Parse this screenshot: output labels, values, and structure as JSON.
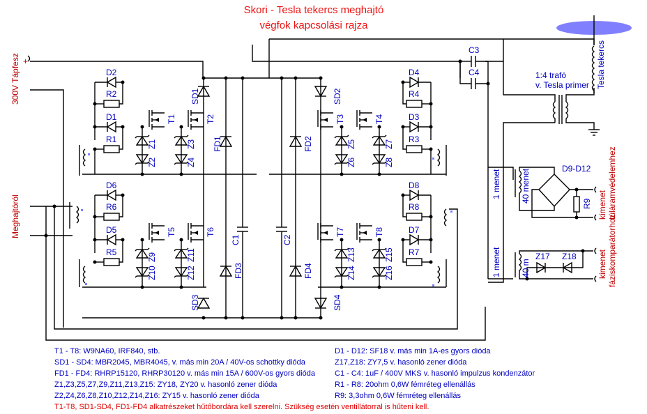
{
  "title": {
    "line1": "Skori - Tesla tekercs meghajtó",
    "line2": "végfok kapcsolási rajza"
  },
  "inputs": {
    "supply_label": "300V Tápfesz",
    "supply_plus": "+",
    "driver_label": "Meghajtóról"
  },
  "outputs": {
    "overcurrent_label_1": "kimenet",
    "overcurrent_label_2": "túláramvédelemhez",
    "phase_label_1": "kimenet",
    "phase_label_2": "fáziskomparátorhoz"
  },
  "components": {
    "transistors": [
      "T1",
      "T2",
      "T3",
      "T4",
      "T5",
      "T6",
      "T7",
      "T8"
    ],
    "schottky": [
      "SD1",
      "SD2",
      "SD3",
      "SD4"
    ],
    "fast_diodes": [
      "FD1",
      "FD2",
      "FD3",
      "FD4"
    ],
    "diodes": [
      "D1",
      "D2",
      "D3",
      "D4",
      "D5",
      "D6",
      "D7",
      "D8"
    ],
    "resistors": [
      "R1",
      "R2",
      "R3",
      "R4",
      "R5",
      "R6",
      "R7",
      "R8",
      "R9"
    ],
    "zeners": [
      "Z1",
      "Z2",
      "Z3",
      "Z4",
      "Z5",
      "Z6",
      "Z7",
      "Z8",
      "Z9",
      "Z10",
      "Z11",
      "Z12",
      "Z13",
      "Z14",
      "Z15",
      "Z16",
      "Z17",
      "Z18"
    ],
    "capacitors": [
      "C1",
      "C2",
      "C3",
      "C4"
    ],
    "bridge": "D9-D12",
    "transformer_label_1": "1:4 trafó",
    "transformer_label_2": "v. Tesla primer",
    "tesla_coil": "Tesla tekercs",
    "ct1_primary": "1 menet",
    "ct1_secondary": "40 menet",
    "ct2_primary": "1 menet",
    "ct2_secondary": "40 m"
  },
  "notes_left": [
    "T1 - T8:  W9NA60, IRF840, stb.",
    "SD1 - SD4: MBR2045, MBR4045, v. más min 20A / 40V-os schottky dióda",
    "FD1 - FD4: RHRP15120, RHRP30120 v. más min 15A / 600V-os gyors dióda",
    "Z1,Z3,Z5,Z7,Z9,Z11,Z13,Z15: ZY18, ZY20 v. hasonló zener dióda",
    "Z2,Z4,Z6,Z8,Z10,Z12,Z14,Z16: ZY15 v. hasonló zener dióda"
  ],
  "notes_right": [
    "D1 - D12: SF18 v. más min 1A-es gyors dióda",
    "Z17,Z18: ZY7,5 v. hasonló zener dióda",
    "C1 - C4: 1uF / 400V MKS v. hasonló impulzus kondenzátor",
    "R1 - R8: 20ohm 0,6W fémréteg ellenállás",
    "R9: 3,3ohm 0,6W fémréteg ellenállás"
  ],
  "warning": "T1-T8, SD1-SD4, FD1-FD4 alkatrészeket hűtőbordára kell szerelni. Szükség esetén ventillátorral is hűteni kell.",
  "colors": {
    "title": "#ee1111",
    "labels": "#0000c0",
    "io_labels": "#c00000",
    "toroid": "#8080ff"
  }
}
